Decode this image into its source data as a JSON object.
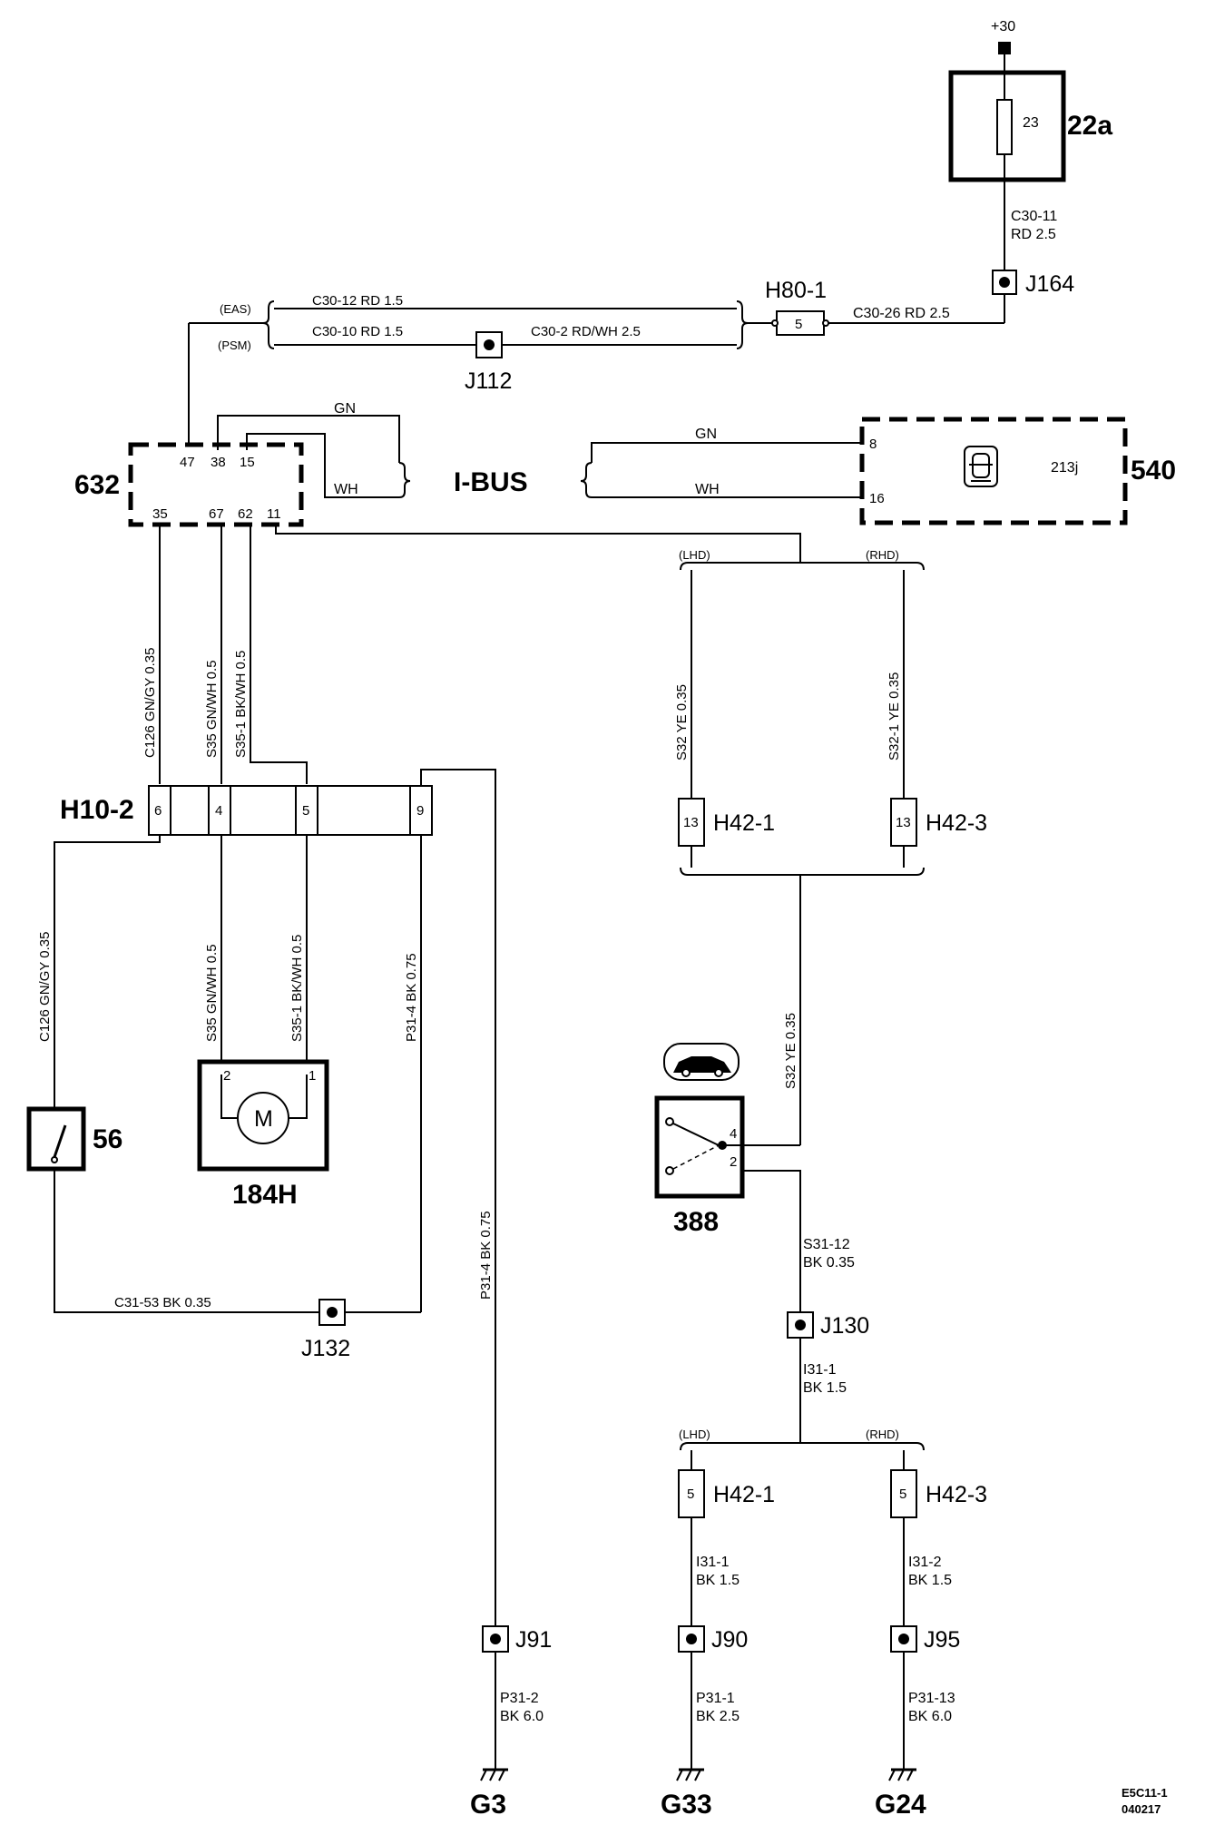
{
  "components": {
    "power": "+30",
    "fuse_box": "22a",
    "fuse_number": "23",
    "splice_j164": "J164",
    "connector_h80_1": "H80-1",
    "connector_h80_1_pin": "5",
    "splice_j112": "J112",
    "module_632": "632",
    "ibus_label": "I-BUS",
    "module_540": "540",
    "module_540_code": "213j",
    "connector_h10_2": "H10-2",
    "switch_56": "56",
    "motor_184h": "184H",
    "motor_symbol": "M",
    "splice_j132": "J132",
    "switch_388": "388",
    "h42_1_top": "H42-1",
    "h42_3_top": "H42-3",
    "h42_pin_13": "13",
    "splice_j130": "J130",
    "h42_1_bottom": "H42-1",
    "h42_3_bottom": "H42-3",
    "h42_pin_5": "5",
    "splice_j91": "J91",
    "splice_j90": "J90",
    "splice_j95": "J95",
    "ground_g3": "G3",
    "ground_g33": "G33",
    "ground_g24": "G24"
  },
  "pins": {
    "m632_47": "47",
    "m632_38": "38",
    "m632_15": "15",
    "m632_35": "35",
    "m632_67": "67",
    "m632_62": "62",
    "m632_11": "11",
    "m540_8": "8",
    "m540_16": "16",
    "h10_6": "6",
    "h10_4": "4",
    "h10_5": "5",
    "h10_9": "9",
    "motor_2": "2",
    "motor_1": "1",
    "sw388_4": "4",
    "sw388_2": "2"
  },
  "variants": {
    "eas": "(EAS)",
    "psm": "(PSM)",
    "lhd_top": "(LHD)",
    "rhd_top": "(RHD)",
    "lhd_bottom": "(LHD)",
    "rhd_bottom": "(RHD)"
  },
  "wires": {
    "c30_11": [
      "C30-11",
      "RD  2.5"
    ],
    "c30_26": "C30-26   RD   2.5",
    "c30_12": "C30-12   RD   1.5",
    "c30_10": "C30-10   RD   1.5",
    "c30_2": "C30-2   RD/WH   2.5",
    "gn_top": "GN",
    "wh_top": "WH",
    "gn_right": "GN",
    "wh_right": "WH",
    "c126_top": "C126  GN/GY  0.35",
    "s35_top": "S35  GN/WH  0.5",
    "s35_1_top": "S35-1  BK/WH  0.5",
    "s32_lhd": "S32   YE   0.35",
    "s32_1_rhd": "S32-1   YE   0.35",
    "c126_bottom": "C126  GN/GY  0.35",
    "s35_bottom": "S35   GN/WH   0.5",
    "s35_1_bottom": "S35-1  BK/WH   0.5",
    "p31_4_upper": "P31-4   BK   0.75",
    "s32_mid": "S32   YE   0.35",
    "c31_53": "C31-53   BK    0.35",
    "p31_4_lower": "P31-4   BK   0.75",
    "s31_12": [
      "S31-12",
      "BK 0.35"
    ],
    "i31_1_a": [
      "I31-1",
      "BK 1.5"
    ],
    "i31_1_b": [
      "I31-1",
      "BK 1.5"
    ],
    "i31_2": [
      "I31-2",
      "BK 1.5"
    ],
    "p31_2": [
      "P31-2",
      "BK 6.0"
    ],
    "p31_1": [
      "P31-1",
      "BK 2.5"
    ],
    "p31_13": [
      "P31-13",
      "BK 6.0"
    ]
  },
  "footer": {
    "code": "E5C11-1",
    "date": "040217"
  },
  "icons": {
    "fuse": "fuse-icon",
    "splice": "splice-point-icon",
    "ground": "ground-icon",
    "motor": "motor-icon",
    "switch": "switch-icon",
    "car": "car-icon",
    "alarm": "car-alarm-icon"
  }
}
